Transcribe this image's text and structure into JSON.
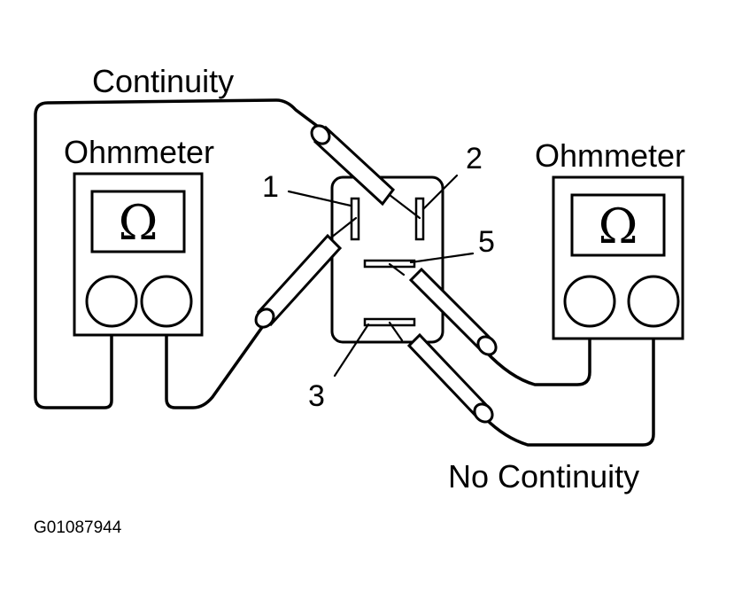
{
  "labels": {
    "continuity": "Continuity",
    "no_continuity": "No Continuity",
    "ohmmeter_left": "Ohmmeter",
    "ohmmeter_right": "Ohmmeter",
    "terminal_1": "1",
    "terminal_2": "2",
    "terminal_3": "3",
    "terminal_5": "5",
    "figure_code": "G01087944"
  },
  "icons": {
    "meter_symbol": "omega-icon"
  },
  "meter_symbol_glyph": "Ω"
}
